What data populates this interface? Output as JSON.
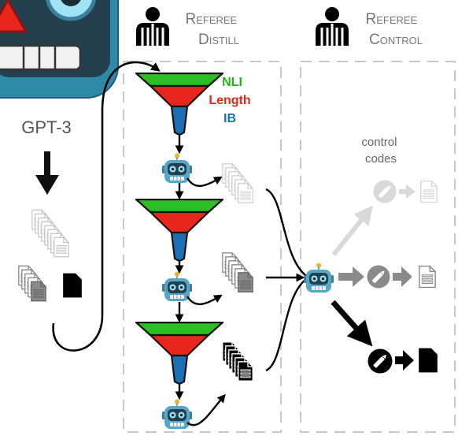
{
  "source_model": {
    "label": "GPT-3"
  },
  "distill": {
    "title_line1": "Referee",
    "title_line2": "Distill"
  },
  "control": {
    "title_line1": "Referee",
    "title_line2": "Control"
  },
  "filter_legend": [
    {
      "label": "NLI",
      "color": "#22b41c"
    },
    {
      "label": "Length",
      "color": "#e8261c"
    },
    {
      "label": "IB",
      "color": "#1b6fb3"
    }
  ],
  "control_codes": {
    "line1": "control",
    "line2": "codes"
  },
  "colors": {
    "funnel_green": "#2bbf24",
    "funnel_red": "#e8261c",
    "funnel_blue": "#1b6fb3",
    "box_dash": "#c8c8c8",
    "robot_body": "#56a6c7",
    "robot_face": "#24404f",
    "robot_big": "#2f8aa8",
    "doc_light": "#d0d0d0",
    "doc_mid": "#9a9a9a",
    "doc_dark": "#000000"
  },
  "icons": {
    "referee": "referee-icon",
    "robot": "robot-icon",
    "funnel": "funnel-icon",
    "document": "document-icon",
    "pencil": "pencil-circle-icon",
    "arrow": "arrow-icon"
  }
}
